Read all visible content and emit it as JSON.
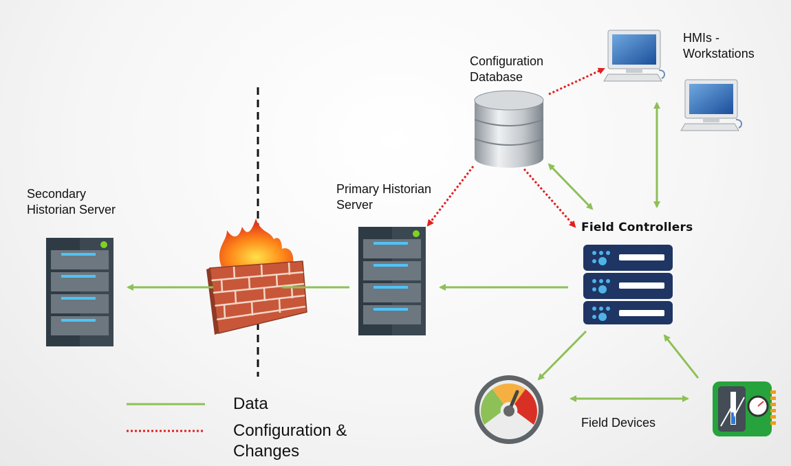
{
  "labels": {
    "secondary_historian": "Secondary\nHistorian Server",
    "primary_historian": "Primary Historian\nServer",
    "config_db": "Configuration\nDatabase",
    "hmis": "HMIs -\nWorkstations",
    "field_controllers": "Field Controllers",
    "field_devices": "Field Devices"
  },
  "legend": {
    "data": "Data",
    "config": "Configuration &\nChanges"
  },
  "colors": {
    "data_arrow": "#8dc056",
    "config_arrow": "#e21f1f",
    "server_dark": "#2f3b44",
    "controller_navy": "#1f3563",
    "brick": "#c8573a"
  }
}
